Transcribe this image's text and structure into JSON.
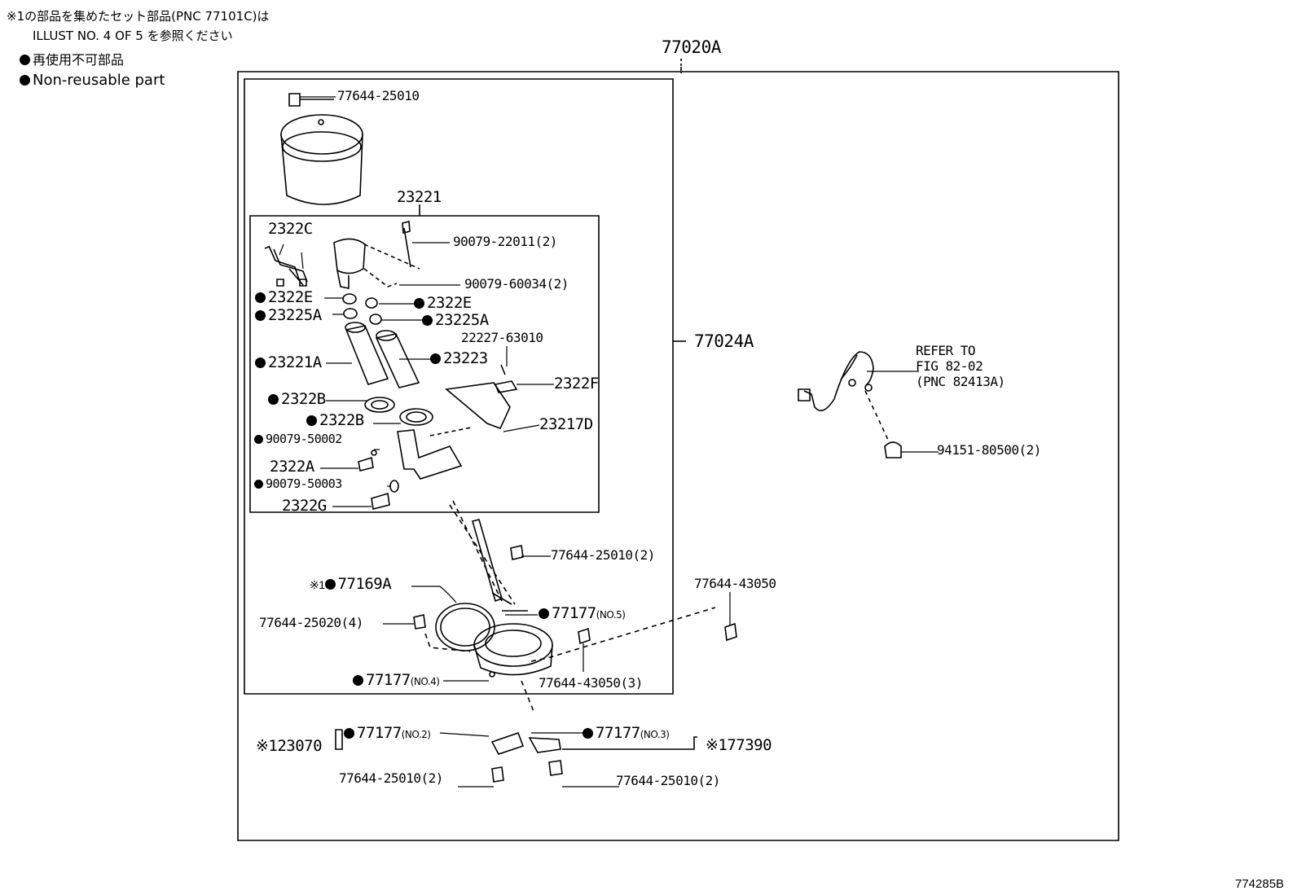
{
  "notes": {
    "line1": "※1の部品を集めたセット部品(PNC 77101C)は",
    "line2": "ILLUST NO. 4 OF 5 を参照ください",
    "legend_jp": "再使用不可部品",
    "legend_en": "Non-reusable part"
  },
  "figure_id": "774285B",
  "labels": {
    "p77020A": "77020A",
    "p77024A": "77024A",
    "p23221": "23221",
    "p77644_25010_top": "77644-25010",
    "p2322C": "2322C",
    "p90079_22011": "90079-22011(2)",
    "p90079_60034": "90079-60034(2)",
    "p2322E_l": "2322E",
    "p2322E_r": "2322E",
    "p23225A_l": "23225A",
    "p23225A_r": "23225A",
    "p22227_63010": "22227-63010",
    "p23221A": "23221A",
    "p23223": "23223",
    "p2322F": "2322F",
    "p2322B_1": "2322B",
    "p2322B_2": "2322B",
    "p23217D": "23217D",
    "p90079_50002": "90079-50002",
    "p2322A": "2322A",
    "p90079_50003": "90079-50003",
    "p2322G": "2322G",
    "p77644_25010_2a": "77644-25010(2)",
    "p77169A_mark": "※1",
    "p77169A": "77169A",
    "p77644_25020": "77644-25020(4)",
    "p77177": "77177",
    "no5": "(NO.5)",
    "no4": "(NO.4)",
    "no2": "(NO.2)",
    "no3": "(NO.3)",
    "p77644_43050": "77644-43050",
    "p77644_43050_3": "77644-43050(3)",
    "p23070": "※123070",
    "p77390": "※177390",
    "p77644_25010_2b": "77644-25010(2)",
    "p77644_25010_2c": "77644-25010(2)",
    "refer1": "REFER TO",
    "refer2": "FIG 82-02",
    "refer3": "(PNC 82413A)",
    "p94151_80500": "94151-80500(2)"
  }
}
